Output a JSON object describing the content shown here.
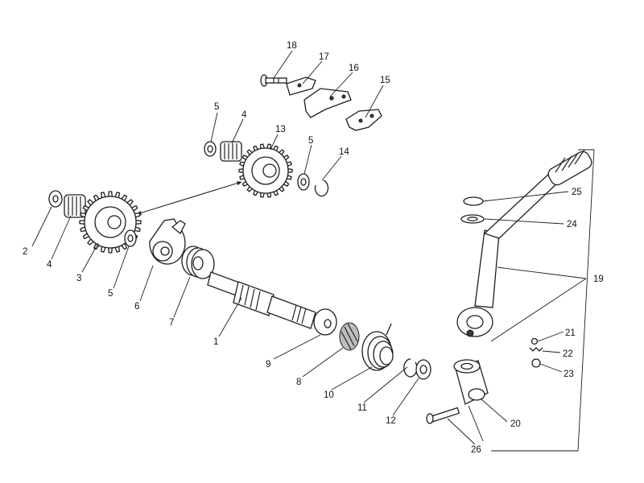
{
  "callouts": {
    "c1": "1",
    "c2": "2",
    "c3": "3",
    "c4a": "4",
    "c4b": "4",
    "c5a": "5",
    "c5b": "5",
    "c5c": "5",
    "c6": "6",
    "c7": "7",
    "c8": "8",
    "c9": "9",
    "c10": "10",
    "c11": "11",
    "c12": "12",
    "c13": "13",
    "c14": "14",
    "c15": "15",
    "c16": "16",
    "c17": "17",
    "c18": "18",
    "c19": "19",
    "c20": "20",
    "c21": "21",
    "c22": "22",
    "c23": "23",
    "c24": "24",
    "c25": "25",
    "c26": "26"
  }
}
